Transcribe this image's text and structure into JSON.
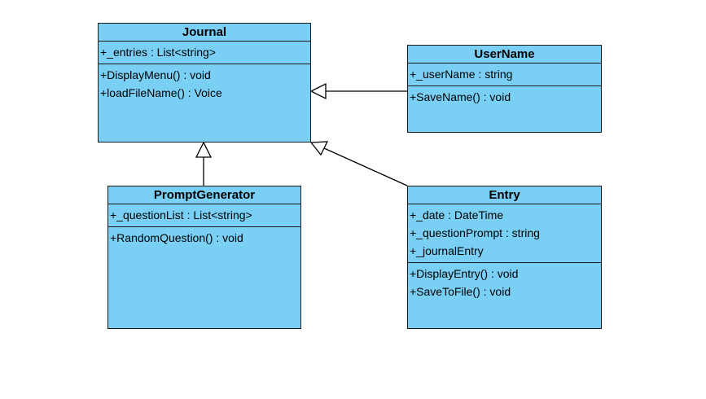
{
  "classes": {
    "journal": {
      "name": "Journal",
      "attributes": [
        "+_entries : List<string>"
      ],
      "operations": [
        "+DisplayMenu() : void",
        "+loadFileName() : Voice"
      ]
    },
    "username": {
      "name": "UserName",
      "attributes": [
        "+_userName : string"
      ],
      "operations": [
        "+SaveName() : void"
      ]
    },
    "promptgenerator": {
      "name": "PromptGenerator",
      "attributes": [
        "+_questionList : List<string>"
      ],
      "operations": [
        "+RandomQuestion() : void"
      ]
    },
    "entry": {
      "name": "Entry",
      "attributes": [
        "+_date : DateTime",
        "+_questionPrompt : string",
        "+_journalEntry"
      ],
      "operations": [
        "+DisplayEntry() : void",
        "+SaveToFile() : void"
      ]
    }
  },
  "colors": {
    "class_fill": "#7acff5",
    "border": "#1a1a1a"
  }
}
